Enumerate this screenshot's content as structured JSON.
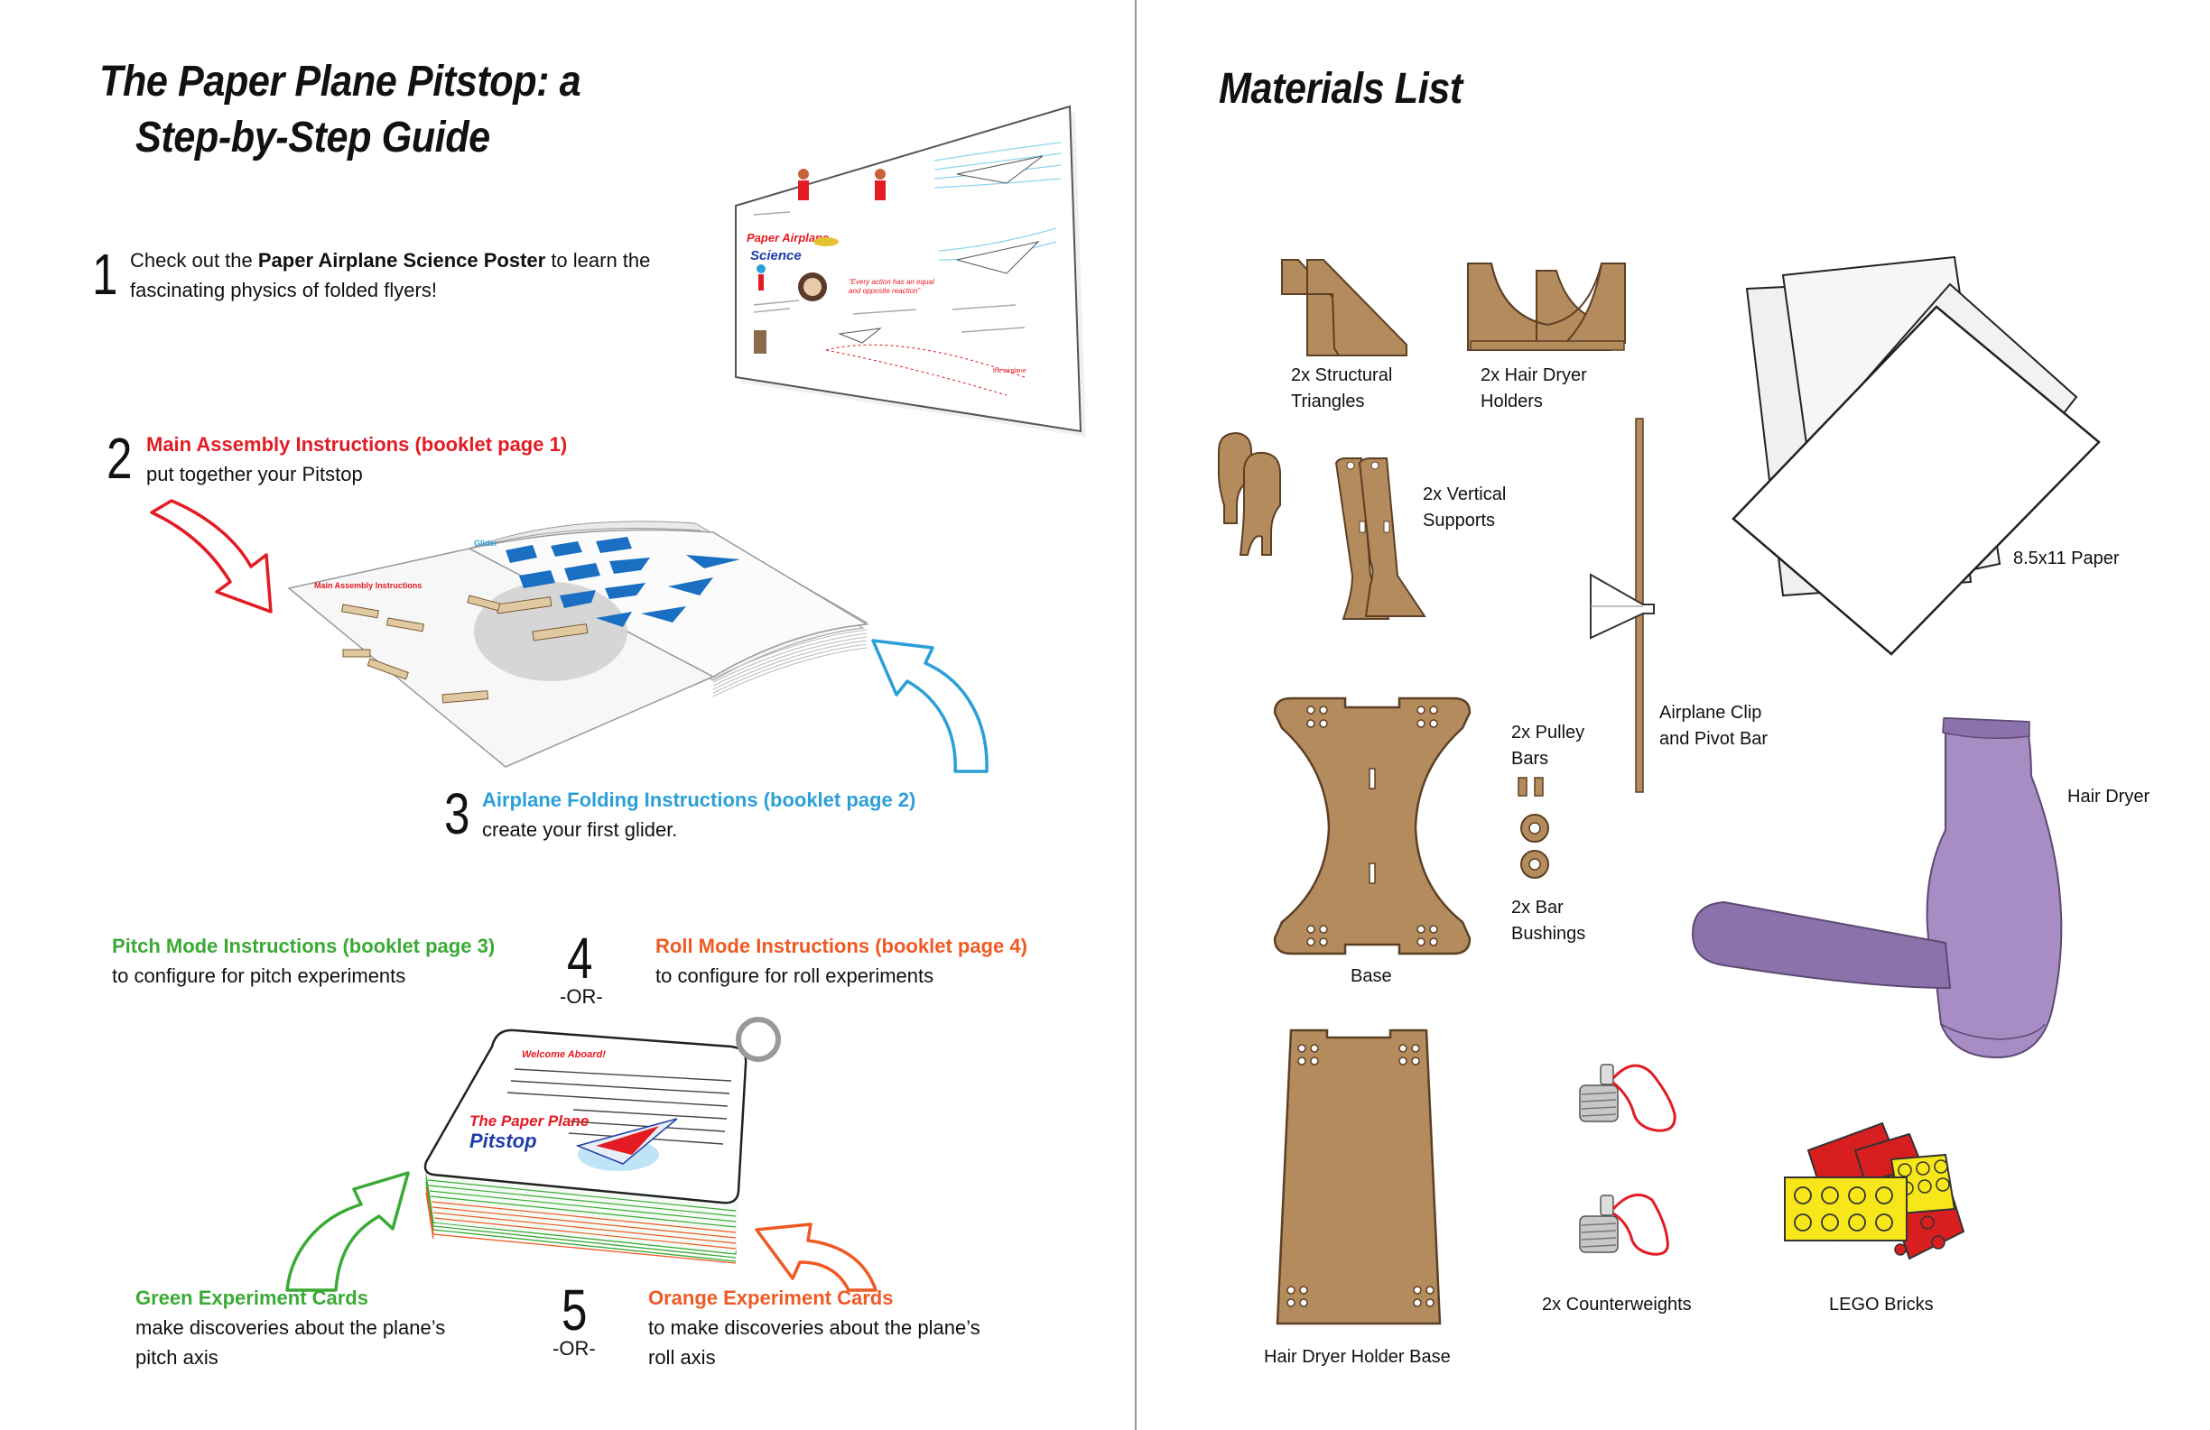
{
  "left": {
    "title_line1": "The Paper Plane Pitstop: a",
    "title_line2": "Step-by-Step Guide",
    "steps": [
      {
        "num": "1",
        "text_pre": "Check out the ",
        "text_bold": "Paper Airplane Science Poster",
        "text_post": " to learn the",
        "text_line2": "fascinating physics of folded flyers!"
      },
      {
        "num": "2",
        "heading": "Main Assembly Instructions (booklet page 1)",
        "body": "put together your Pitstop"
      },
      {
        "num": "3",
        "heading": "Airplane Folding Instructions (booklet page 2)",
        "body": "create your first glider."
      },
      {
        "num": "4",
        "or": "-OR-",
        "left_heading": "Pitch Mode Instructions (booklet page 3)",
        "left_body": "to configure for pitch experiments",
        "right_heading": "Roll Mode Instructions (booklet page 4)",
        "right_body": "to configure for roll experiments"
      },
      {
        "num": "5",
        "or": "-OR-",
        "left_heading": "Green Experiment Cards",
        "left_body1": "make discoveries about the plane’s",
        "left_body2": "pitch axis",
        "right_heading": "Orange Experiment Cards",
        "right_body1": "to make discoveries about the plane’s",
        "right_body2": "roll axis"
      }
    ],
    "poster": {
      "title1": "Paper Airplane",
      "title2": "Science"
    },
    "cards": {
      "title1": "The Paper Plane",
      "title2": "Pitstop",
      "corner": "Welcome Aboard!"
    }
  },
  "right": {
    "title": "Materials List",
    "materials": {
      "triangles_1": "2x Structural",
      "triangles_2": "Triangles",
      "holders_1": "2x Hair Dryer",
      "holders_2": "Holders",
      "vertical_1": "2x Vertical",
      "vertical_2": "Supports",
      "clip_1": "Airplane Clip",
      "clip_2": "and Pivot Bar",
      "paper": "8.5x11 Paper",
      "pulley_1": "2x Pulley",
      "pulley_2": "Bars",
      "bushings_1": "2x Bar",
      "bushings_2": "Bushings",
      "base": "Base",
      "hairdryer": "Hair Dryer",
      "holder_base": "Hair Dryer Holder Base",
      "counterweights": "2x Counterweights",
      "lego": "LEGO Bricks"
    }
  },
  "colors": {
    "wood": "#b48b5c",
    "wood_stroke": "#5c4025",
    "red": "#e31b23",
    "blue": "#2a9fd8",
    "green": "#3aaa35",
    "orange": "#ef5a24",
    "purple": "#a88cc4",
    "purple_dark": "#8c72ab",
    "lego_red": "#d81e1e",
    "lego_yellow": "#f6e61a"
  }
}
